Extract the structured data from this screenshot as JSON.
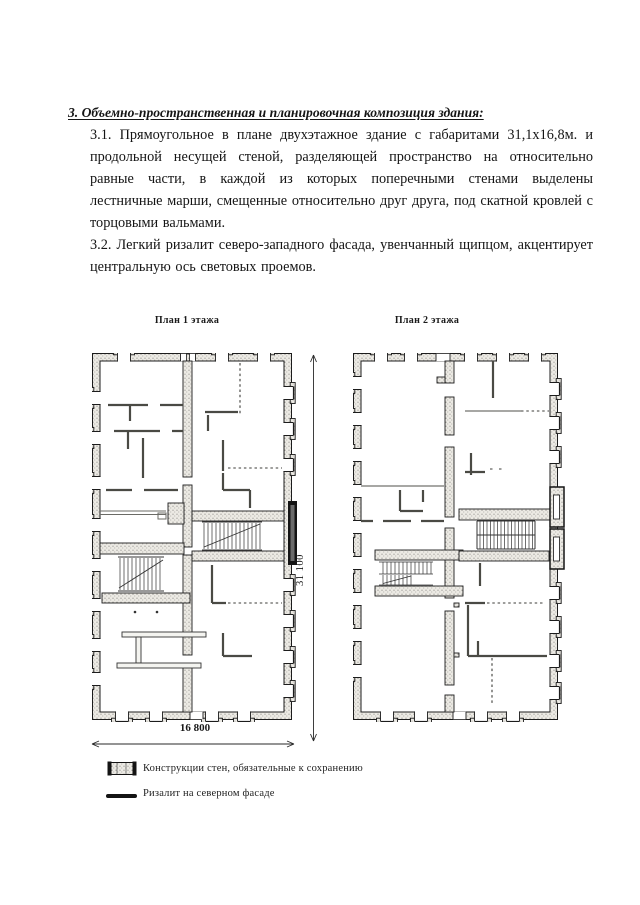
{
  "document": {
    "heading": "3.  Объемно-пространственная и планировочная композиция здания:",
    "paragraphs": [
      "3.1.  Прямоугольное в плане двухэтажное здание с габаритами 31,1х16,8м. и продольной несущей стеной, разделяющей пространство на относительно равные части, в каждой из которых поперечными стенами выделены лестничные марши, смещенные относительно друг друга, под скатной кровлей с торцовыми вальмами.",
      "3.2.  Легкий ризалит северо-западного фасада, увенчанный щипцом, акцентирует центральную ось световых проемов."
    ]
  },
  "figure": {
    "plan1_title": "План 1 этажа",
    "plan2_title": "План 2 этажа",
    "vertical_dimension": "31 100",
    "horizontal_dimension": "16 800"
  },
  "legend": {
    "items": [
      {
        "symbol": "wall-section-swatch",
        "label": "Конструкции стен, обязательные к сохранению"
      },
      {
        "symbol": "thick-line",
        "label": "Ризалит на северном фасаде"
      }
    ]
  },
  "colors": {
    "ink": "#1a1a1a",
    "wall_fill": "#eceae4",
    "wall_dot": "#7f7d78"
  }
}
